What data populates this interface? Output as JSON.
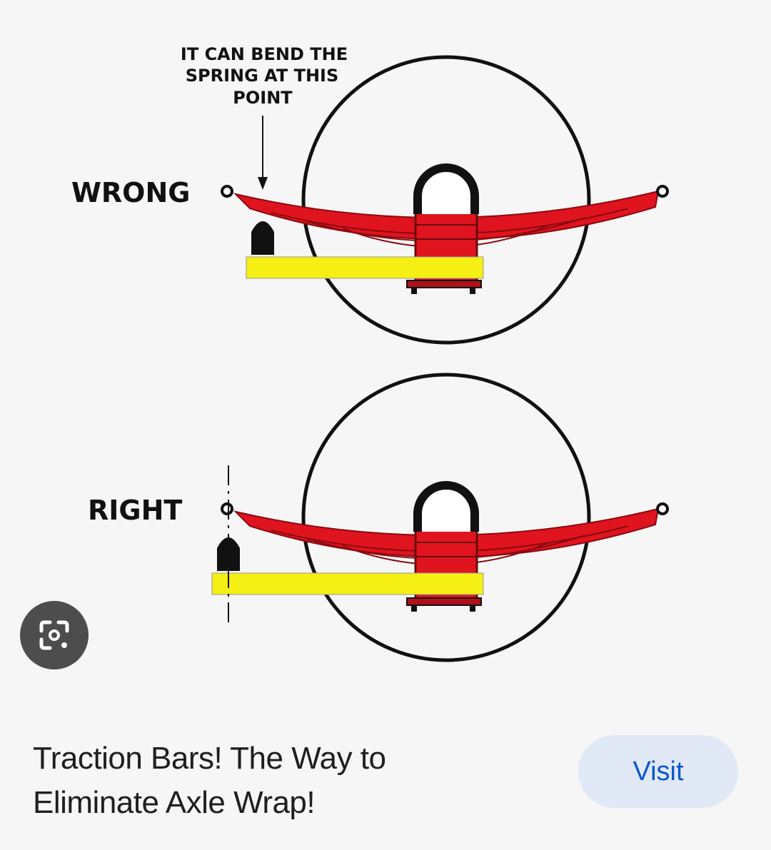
{
  "diagram": {
    "annotation": [
      "IT CAN BEND THE",
      "SPRING AT THIS",
      "POINT"
    ],
    "wrong_label": "WRONG",
    "right_label": "RIGHT",
    "colors": {
      "spring": "#e0141e",
      "bar": "#f5ef14",
      "outline": "#111111"
    }
  },
  "lens_icon": "google-lens-icon",
  "result": {
    "title_line1": "Traction Bars! The Way to",
    "title_line2": "Eliminate Axle Wrap!",
    "visit_label": "Visit"
  }
}
